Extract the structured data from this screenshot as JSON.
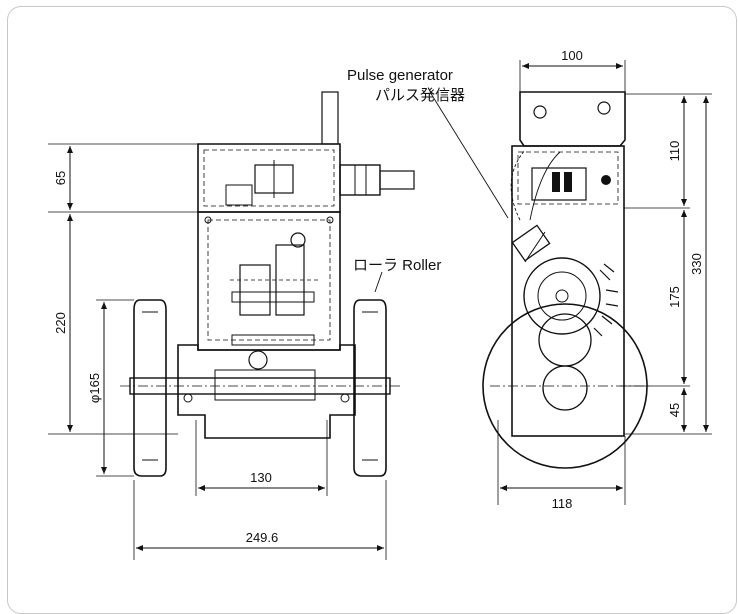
{
  "labels": {
    "pulse_en": "Pulse generator",
    "pulse_jp": "パルス発信器",
    "roller": "ローラ Roller"
  },
  "dims": {
    "d65": "65",
    "d220": "220",
    "d165": "φ165",
    "d130": "130",
    "d249": "249.6",
    "d100": "100",
    "d110": "110",
    "d330": "330",
    "d175": "175",
    "d45": "45",
    "d118": "118"
  }
}
